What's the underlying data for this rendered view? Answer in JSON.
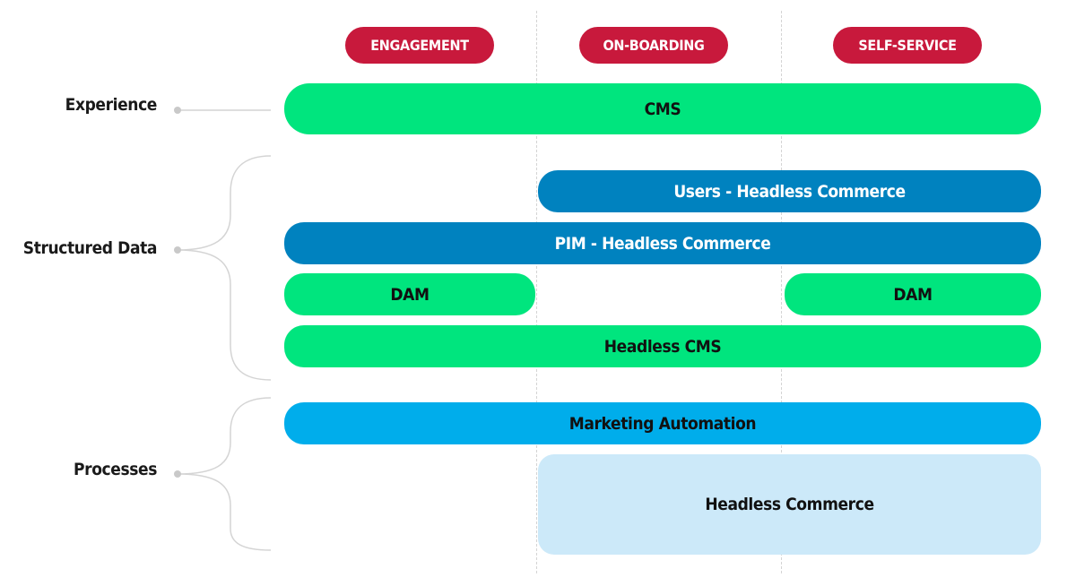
{
  "phases": [
    {
      "label": "ENGAGEMENT"
    },
    {
      "label": "ON-BOARDING"
    },
    {
      "label": "SELF-SERVICE"
    }
  ],
  "rows": {
    "experience": "Experience",
    "structured_data": "Structured Data",
    "processes": "Processes"
  },
  "bars": {
    "cms": "CMS",
    "users_headless_commerce": "Users - Headless Commerce",
    "pim_headless_commerce": "PIM - Headless Commerce",
    "dam_left": "DAM",
    "dam_right": "DAM",
    "headless_cms": "Headless CMS",
    "marketing_automation": "Marketing Automation",
    "headless_commerce": "Headless Commerce"
  },
  "colors": {
    "phase_red": "#c8193c",
    "green": "#00e57e",
    "dark_blue": "#0082bf",
    "light_blue": "#00adeb",
    "pale_blue": "#cce9f9",
    "connector_gray": "#d4d4d4"
  }
}
